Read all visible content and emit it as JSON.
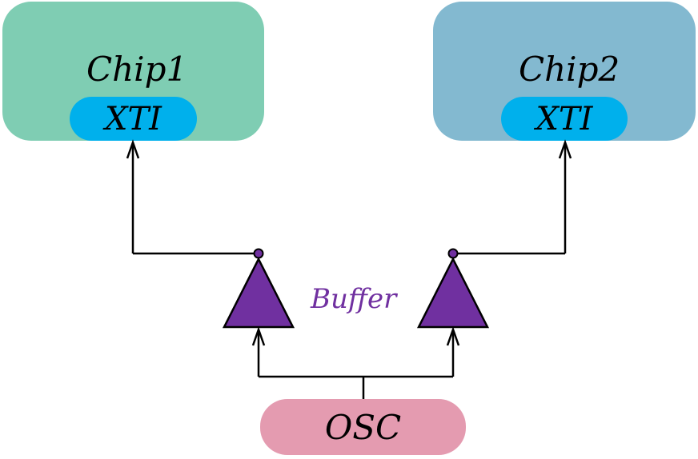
{
  "chip1": {
    "label": "Chip1",
    "pin": "XTI"
  },
  "chip2": {
    "label": "Chip2",
    "pin": "XTI"
  },
  "buffer_label": "Buffer",
  "osc_label": "OSC",
  "colors": {
    "chip1_fill": "#7fcdb3",
    "chip2_fill": "#83b9d0",
    "pin_fill": "#00b0ec",
    "osc_fill": "#e49bb0",
    "buffer_fill": "#7030a0",
    "buffer_text": "#7030a0",
    "line": "#000000"
  }
}
